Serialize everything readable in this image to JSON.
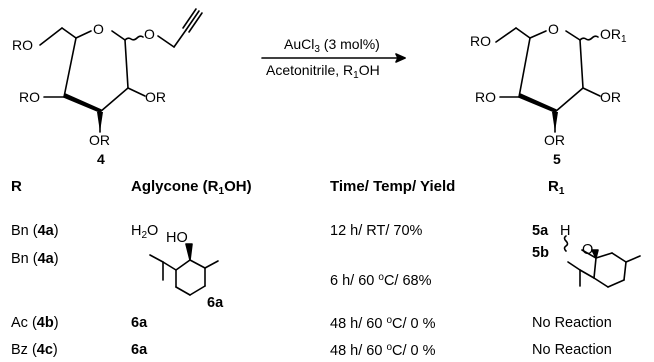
{
  "scheme": {
    "reactant": {
      "ring_O": "O",
      "anomeric_O": "O",
      "sub_top": "RO",
      "sub_left": "RO",
      "sub_right": "OR",
      "sub_bottom": "OR",
      "number": "4"
    },
    "conditions": {
      "catalyst": "AuCl",
      "catalyst_sub": "3",
      "catalyst_load": " (3 mol%)",
      "solvent": "Acetonitrile, R",
      "solvent_sub": "1",
      "solvent_tail": "OH"
    },
    "product": {
      "ring_O": "O",
      "anomeric": "OR",
      "anomeric_sub": "1",
      "sub_top": "RO",
      "sub_left": "RO",
      "sub_right": "OR",
      "sub_bottom": "OR",
      "number": "5"
    }
  },
  "table": {
    "headers": {
      "r": "R",
      "aglycone": "Aglycone (R",
      "aglycone_sub": "1",
      "aglycone_tail": "OH)",
      "conditions": "Time/ Temp/ Yield",
      "r1": "R",
      "r1_sub": "1"
    },
    "rows": [
      {
        "r_pre": "Bn (",
        "r_code": "4a",
        "r_post": ")",
        "agly": "H",
        "agly_sub": "2",
        "agly_tail": "O",
        "t1": "12 h/ RT/ 70%",
        "prod": "5a",
        "r1": "H"
      },
      {
        "r_pre": "Bn (",
        "r_code": "4a",
        "r_post": ")",
        "agly_HO": "HO",
        "agly_label": "6a",
        "t1": "6 h/ 60 ",
        "t1_sup": "o",
        "t1_tail": "C/ 68%",
        "prod": "5b",
        "r1_O": "O"
      },
      {
        "r_pre": "Ac (",
        "r_code": "4b",
        "r_post": ")",
        "agly": "6a",
        "t1": "48 h/ 60 ",
        "t1_sup": "o",
        "t1_tail": "C/ 0 %",
        "r1": "No Reaction"
      },
      {
        "r_pre": "Bz (",
        "r_code": "4c",
        "r_post": ")",
        "agly": "6a",
        "t1": "48 h/ 60 ",
        "t1_sup": "o",
        "t1_tail": "C/ 0 %",
        "r1": "No Reaction"
      }
    ]
  }
}
